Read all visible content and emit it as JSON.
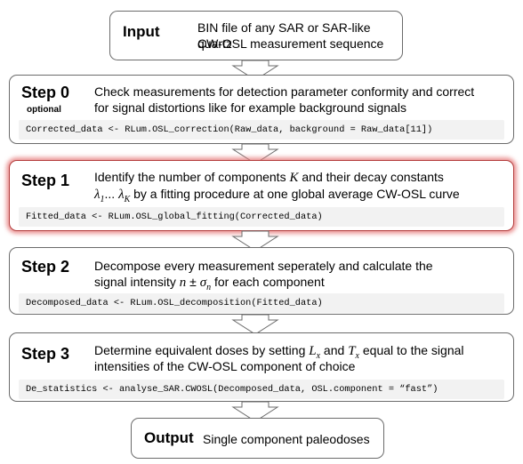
{
  "input": {
    "label": "Input",
    "line1": "BIN file of any SAR or SAR-like quartz",
    "line2": "CW-OSL measurement sequence"
  },
  "step0": {
    "label": "Step 0",
    "optional": "optional",
    "line1": "Check measurements for detection parameter conformity and correct",
    "line2": "for signal distortions like for example background signals",
    "code": "Corrected_data <- RLum.OSL_correction(Raw_data, background = Raw_data[11])"
  },
  "step1": {
    "label": "Step 1",
    "line1_a": "Identify the number of components ",
    "line1_math": "K",
    "line1_b": " and their decay constants",
    "line2_math_a": "λ",
    "line2_sub_a": "1",
    "line2_ellipsis": "... ",
    "line2_math_b": "λ",
    "line2_sub_b": "K",
    "line2_b": " by a fitting procedure at one global average CW-OSL curve",
    "code": "Fitted_data <- RLum.OSL_global_fitting(Corrected_data)"
  },
  "step2": {
    "label": "Step 2",
    "line1": "Decompose every measurement seperately and calculate the",
    "line2_a": "signal intensity ",
    "line2_math_n": "n",
    "line2_pm": " ± ",
    "line2_math_sigma": "σ",
    "line2_sub_n": "n",
    "line2_b": " for each component",
    "code": "Decomposed_data <- RLum.OSL_decomposition(Fitted_data)"
  },
  "step3": {
    "label": "Step 3",
    "line1_a": "Determine equivalent doses by setting ",
    "line1_math_L": "L",
    "line1_sub_L": "x",
    "line1_and": " and ",
    "line1_math_T": "T",
    "line1_sub_T": "x",
    "line1_b": " equal to the signal",
    "line2": "intensities of the CW-OSL component of choice",
    "code": "De_statistics <- analyse_SAR.CWOSL(Decomposed_data, OSL.component = “fast”)"
  },
  "output": {
    "label": "Output",
    "text": "Single component paleodoses"
  }
}
